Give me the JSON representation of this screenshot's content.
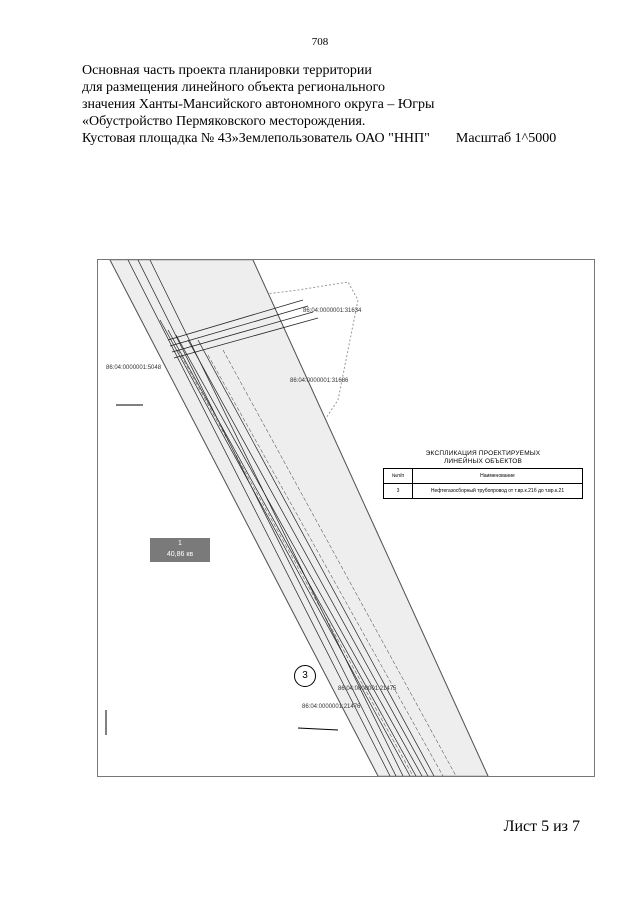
{
  "page_number": "708",
  "title_lines": [
    "Основная часть проекта планировки территории",
    "для размещения линейного объекта регионального",
    "значения Ханты-Мансийского автономного округа – Югры",
    "«Обустройство Пермяковского месторождения."
  ],
  "title_last_line": "Кустовая площадка № 43»Землепользователь ОАО \"ННП\"",
  "scale": "Масштаб 1^5000",
  "map": {
    "parcels": [
      "86:04:0000001:31634",
      "86:04:0000001:5048",
      "86:04:0000001:31686",
      "86:04:0000001:21475",
      "86:04:0000001:21476"
    ],
    "area_label": {
      "number": "1",
      "value": "40,86 кв"
    },
    "object_marker": "3",
    "table": {
      "title_lines": [
        "ЭКСПЛИКАЦИЯ ПРОЕКТИРУЕМЫХ",
        "ЛИНЕЙНЫХ ОБЪЕКТОВ"
      ],
      "header_num": "№п/п",
      "header_name": "Наименование",
      "rows": [
        {
          "num": "3",
          "name": "Нефтегазосборный трубопровод от т.вр.к.21б до т.вр.к.21"
        }
      ]
    }
  },
  "sheet_label": "Лист 5 из 7"
}
